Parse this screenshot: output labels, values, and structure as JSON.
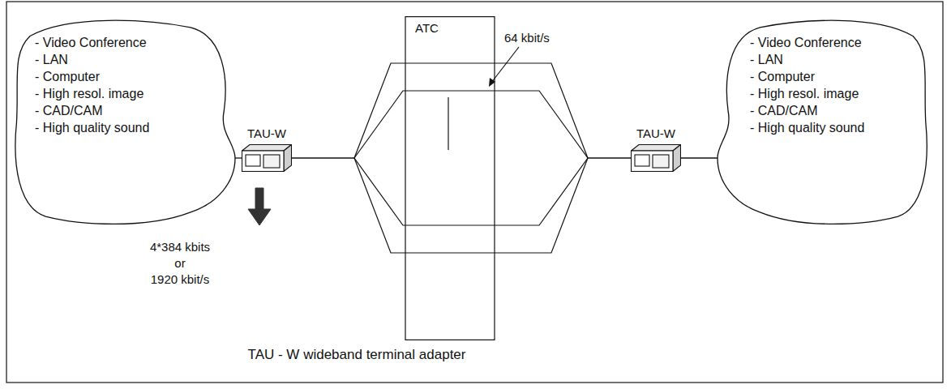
{
  "diagram": {
    "caption": "TAU - W wideband terminal adapter",
    "nodes": [
      {
        "text": [
          "- Video Conference",
          "- LAN",
          "- Computer",
          "- High resol. image",
          "- CAD/CAM",
          "- High quality sound"
        ]
      },
      {
        "text": [
          "TAU-W"
        ]
      },
      {
        "text": [
          "ATC"
        ]
      },
      {
        "text": [
          "TAU-W"
        ]
      },
      {
        "text": [
          "- Video Conference",
          "- LAN",
          "- Computer",
          "- High resol. image",
          "- CAD/CAM",
          "- High quality sound"
        ]
      }
    ],
    "edges": [
      {
        "from": 0,
        "to": 1,
        "arrow": "none"
      },
      {
        "from": 1,
        "to": 2,
        "arrow": "none"
      },
      {
        "from": 2,
        "to": 3,
        "arrow": "none"
      },
      {
        "from": 3,
        "to": 4,
        "arrow": "none"
      }
    ],
    "labels": [
      "64 kbit/s",
      "4*384 kbits",
      "or",
      "1920 kbit/s"
    ]
  }
}
